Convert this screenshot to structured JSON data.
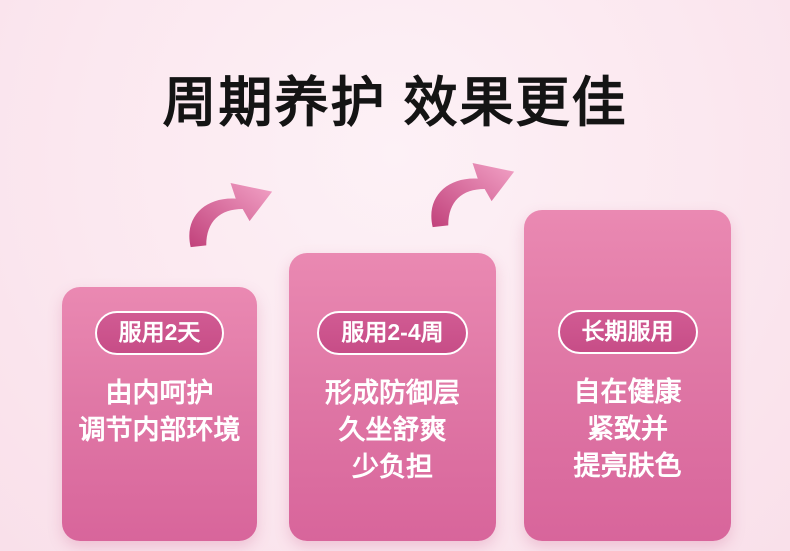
{
  "title": "周期养护 效果更佳",
  "cards": [
    {
      "badge": "服用2天",
      "lines": [
        "由内呵护",
        "调节内部环境"
      ]
    },
    {
      "badge": "服用2-4周",
      "lines": [
        "形成防御层",
        "久坐舒爽",
        "少负担"
      ]
    },
    {
      "badge": "长期服用",
      "lines": [
        "自在健康",
        "紧致并",
        "提亮肤色"
      ]
    }
  ],
  "colors": {
    "background": "#fbe7ef",
    "card": "#e078a6",
    "badge": "#c74d87",
    "title_text": "#141414",
    "card_text": "#ffffff",
    "arrow_dark": "#c1417b",
    "arrow_light": "#f2a2c6"
  }
}
